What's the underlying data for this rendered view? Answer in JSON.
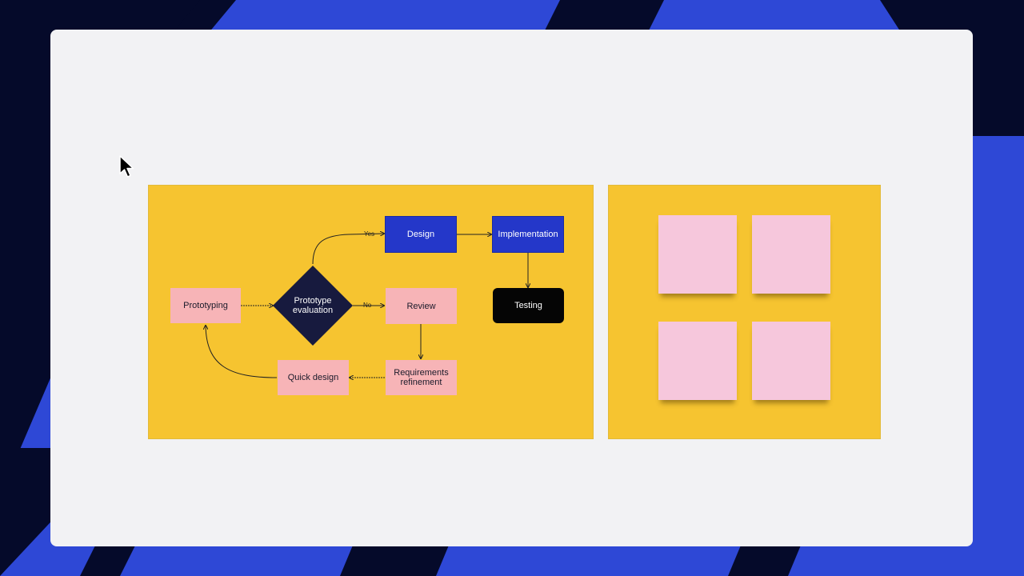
{
  "colors": {
    "background_blue": "#2e48d6",
    "background_navy": "#050a2a",
    "canvas": "#f2f2f4",
    "board_yellow": "#f6c430",
    "node_pink": "#f7b4b7",
    "node_blue": "#2437c9",
    "node_black": "#050505",
    "diamond_navy": "#171a3e",
    "sticky_pink": "#f6c7dc"
  },
  "flowchart": {
    "nodes": {
      "prototyping": "Prototyping",
      "evaluation_line1": "Prototype",
      "evaluation_line2": "evaluation",
      "design": "Design",
      "implementation": "Implementation",
      "review": "Review",
      "testing": "Testing",
      "requirements_line1": "Requirements",
      "requirements_line2": "refinement",
      "quick_design": "Quick design"
    },
    "edge_labels": {
      "yes": "Yes",
      "no": "No"
    }
  },
  "sticky_board": {
    "note_count": 4
  },
  "cursor": {
    "icon": "arrow-pointer-icon"
  }
}
